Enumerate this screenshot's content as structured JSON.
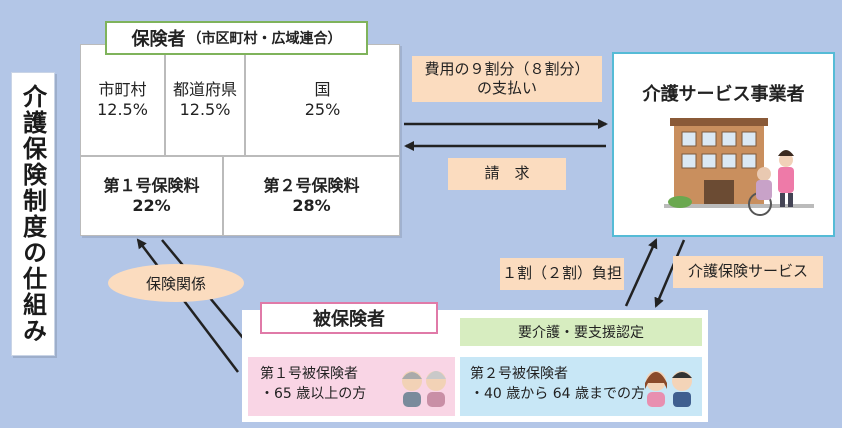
{
  "side_title": "介護保険制度の仕組み",
  "insurer": {
    "label": "保険者",
    "label_sub": "（市区町村・広域連合）",
    "cells": [
      {
        "name": "市町村",
        "value": "12.5%"
      },
      {
        "name": "都道府県",
        "value": "12.5%"
      },
      {
        "name": "国",
        "value": "25%"
      },
      {
        "name": "第１号保険料",
        "value": "22%"
      },
      {
        "name": "第２号保険料",
        "value": "28%"
      }
    ]
  },
  "payment_label": [
    "費用の９割分（８割分）",
    "の支払い"
  ],
  "claim_label": "請　求",
  "provider": {
    "title": "介護サービス事業者"
  },
  "copay_label": "１割（２割）負担",
  "service_label": "介護保険サービス",
  "relation_label": "保険関係",
  "insured": {
    "label": "被保険者",
    "certification": "要介護・要支援認定",
    "group1": {
      "title": "第１号被保険者",
      "detail": "・65 歳以上の方"
    },
    "group2": {
      "title": "第２号被保険者",
      "detail": "・40 歳から 64 歳までの方"
    }
  },
  "colors": {
    "background": "#b3c6e7",
    "insurer_border": "#7fb35b",
    "provider_border": "#55bbd6",
    "insured_border": "#e07aa8",
    "tag": "#fbdcbf",
    "cert": "#d7edc0",
    "pink": "#f9d5e5",
    "blue": "#c8e7f6"
  }
}
